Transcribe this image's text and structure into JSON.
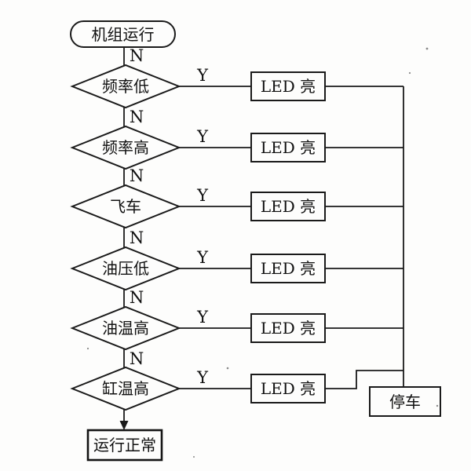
{
  "diagram": {
    "start": {
      "label": "机组运行"
    },
    "rows": [
      {
        "no": "N",
        "condition": "频率低",
        "yes": "Y",
        "action": "LED 亮"
      },
      {
        "no": "N",
        "condition": "频率高",
        "yes": "Y",
        "action": "LED 亮"
      },
      {
        "no": "N",
        "condition": "飞车",
        "yes": "Y",
        "action": "LED 亮"
      },
      {
        "no": "N",
        "condition": "油压低",
        "yes": "Y",
        "action": "LED 亮"
      },
      {
        "no": "N",
        "condition": "油温高",
        "yes": "Y",
        "action": "LED 亮"
      },
      {
        "no": "N",
        "condition": "缸温高",
        "yes": "Y",
        "action": "LED 亮"
      }
    ],
    "stop": {
      "label": "停车"
    },
    "normal": {
      "label": "运行正常"
    },
    "colors": {
      "line": "#1a1a1a",
      "background": "#fdfdfc"
    }
  }
}
